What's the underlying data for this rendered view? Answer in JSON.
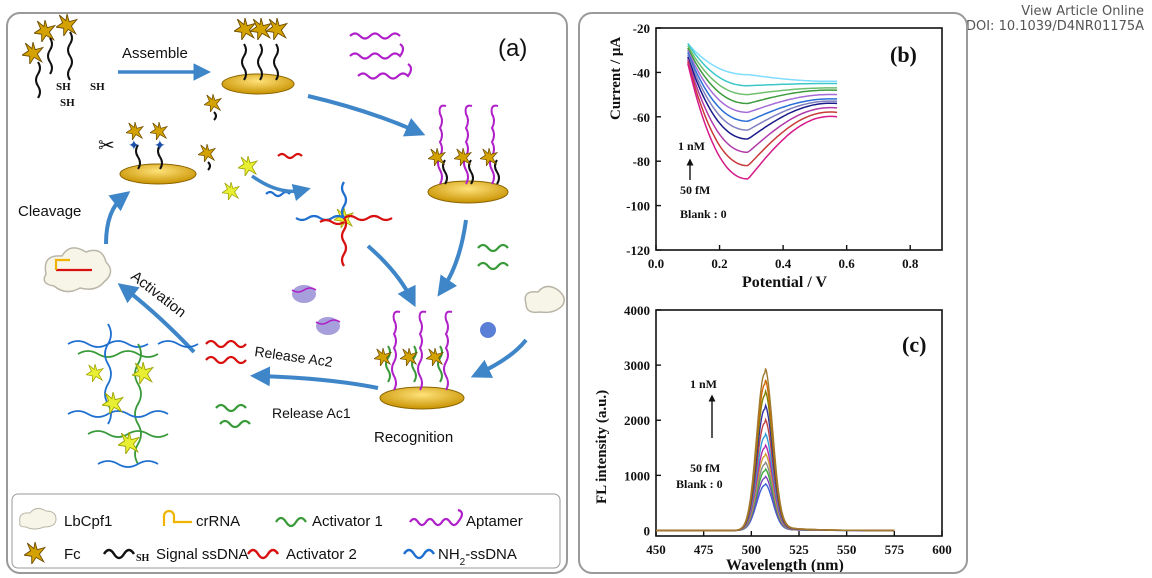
{
  "header": {
    "line1": "View Article Online",
    "line2": "DOI: 10.1039/D4NR01175A"
  },
  "panel_a": {
    "label": "(a)",
    "steps": {
      "assemble": "Assemble",
      "cleavage": "Cleavage",
      "activation": "Activation",
      "release_ac2": "Release Ac2",
      "release_ac1": "Release Ac1",
      "recognition": "Recognition"
    },
    "thiol_labels": [
      "SH",
      "SH",
      "SH"
    ],
    "legend": [
      {
        "label": "LbCpf1",
        "icon": "cloud-protein-icon"
      },
      {
        "label": "crRNA",
        "icon": "crrna-hook-icon",
        "color": "#f0b400"
      },
      {
        "label": "Activator 1",
        "icon": "wave-icon",
        "color": "#3a9a3a"
      },
      {
        "label": "Aptamer",
        "icon": "coil-icon",
        "color": "#b020c8"
      },
      {
        "label": "Fc",
        "icon": "star-icon",
        "color": "#c89200"
      },
      {
        "label": "Signal ssDNA",
        "icon": "wave-sh-icon",
        "color": "#111111",
        "sub": "SH"
      },
      {
        "label": "Activator 2",
        "icon": "wave-icon",
        "color": "#d81010"
      },
      {
        "label": "NH",
        "sub": "2",
        "suffix": "-ssDNA",
        "icon": "wave-icon",
        "color": "#1f6fd0"
      }
    ]
  },
  "panel_b": {
    "label": "(b)",
    "ylabel": "Current / μA",
    "xlabel": "Potential / V",
    "xticks": [
      "0.0",
      "0.2",
      "0.4",
      "0.6",
      "0.8"
    ],
    "yticks": [
      "-20",
      "-40",
      "-60",
      "-80",
      "-100",
      "-120"
    ],
    "ann_top": "1 nM",
    "ann_bottom": "50 fM",
    "ann_blank": "Blank : 0"
  },
  "panel_c": {
    "label": "(c)",
    "ylabel": "FL intensity (a.u.)",
    "xlabel": "Wavelength (nm)",
    "xticks": [
      "450",
      "475",
      "500",
      "525",
      "550",
      "575",
      "600"
    ],
    "yticks": [
      "0",
      "1000",
      "2000",
      "3000",
      "4000"
    ],
    "ann_top": "1 nM",
    "ann_bottom": "50 fM",
    "ann_blank": "Blank : 0"
  },
  "chart_data": [
    {
      "type": "line",
      "title": "(b)",
      "xlabel": "Potential / V",
      "ylabel": "Current / μA",
      "xlim": [
        0.0,
        0.9
      ],
      "ylim": [
        -120,
        -20
      ],
      "series_colors": [
        "#7fdcff",
        "#3bc7c7",
        "#6fbf6f",
        "#3c9b3c",
        "#a46cd6",
        "#2b6fd6",
        "#8080c0",
        "#1a1a8a",
        "#b03aa8",
        "#c83a3a",
        "#d61a8a"
      ],
      "peak_potential": 0.29,
      "x_range": [
        0.1,
        0.57
      ],
      "peak_currents": [
        -41,
        -46,
        -50,
        -54,
        -58,
        -62,
        -66,
        -70,
        -76,
        -82,
        -88
      ],
      "start_currents": [
        -27,
        -27,
        -28,
        -29,
        -30,
        -31,
        -32,
        -33,
        -34,
        -35,
        -36
      ],
      "end_currents": [
        -44,
        -45,
        -47,
        -48,
        -50,
        -52,
        -53,
        -54,
        -56,
        -58,
        -60
      ]
    },
    {
      "type": "line",
      "title": "(c)",
      "xlabel": "Wavelength (nm)",
      "ylabel": "FL intensity (a.u.)",
      "xlim": [
        450,
        600
      ],
      "ylim": [
        -100,
        4000
      ],
      "peak_wavelength": 507,
      "x_range": [
        450,
        575
      ],
      "series_colors": [
        "#3c60d6",
        "#7f3fbf",
        "#3aaa3a",
        "#8a8a8a",
        "#d0a030",
        "#b02ab0",
        "#2f9fd6",
        "#c04040",
        "#3030a0",
        "#808000",
        "#d06a00",
        "#a07a30"
      ],
      "peak_values": [
        820,
        950,
        1080,
        1200,
        1350,
        1500,
        1700,
        1950,
        2200,
        2450,
        2650,
        2850
      ]
    }
  ]
}
